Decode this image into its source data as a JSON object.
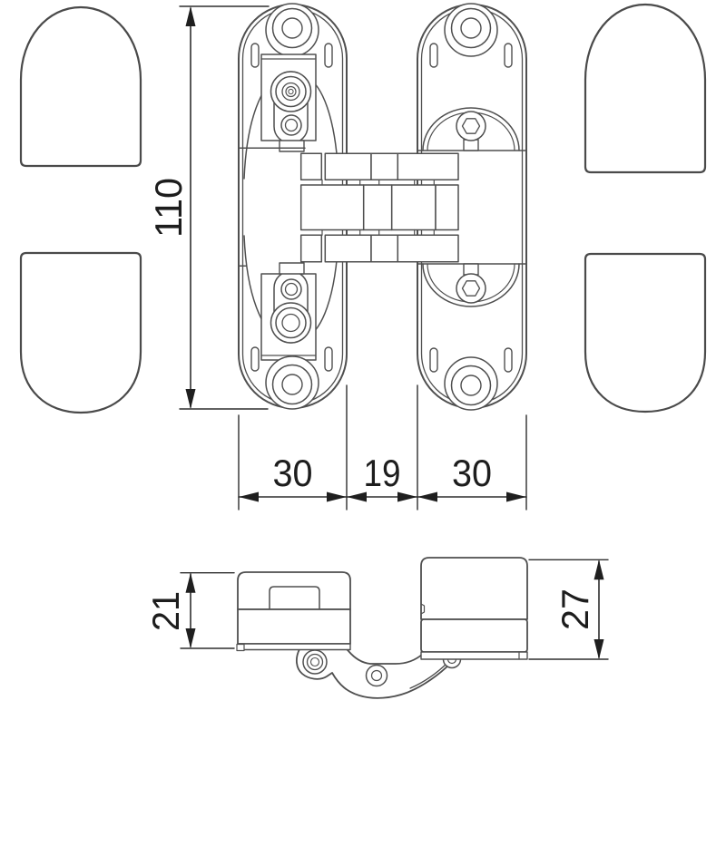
{
  "dimensions": {
    "front_height": "110",
    "front_left_width": "30",
    "front_center_gap": "19",
    "front_right_width": "30",
    "side_left_height": "21",
    "side_right_height": "27"
  },
  "colors": {
    "outline": "#474747",
    "detail_line": "#4f4f4f",
    "dimension_line": "#2e2e2e",
    "arrow_fill": "#1f1f1f",
    "text": "#1d1d1d",
    "background": "#ffffff"
  }
}
